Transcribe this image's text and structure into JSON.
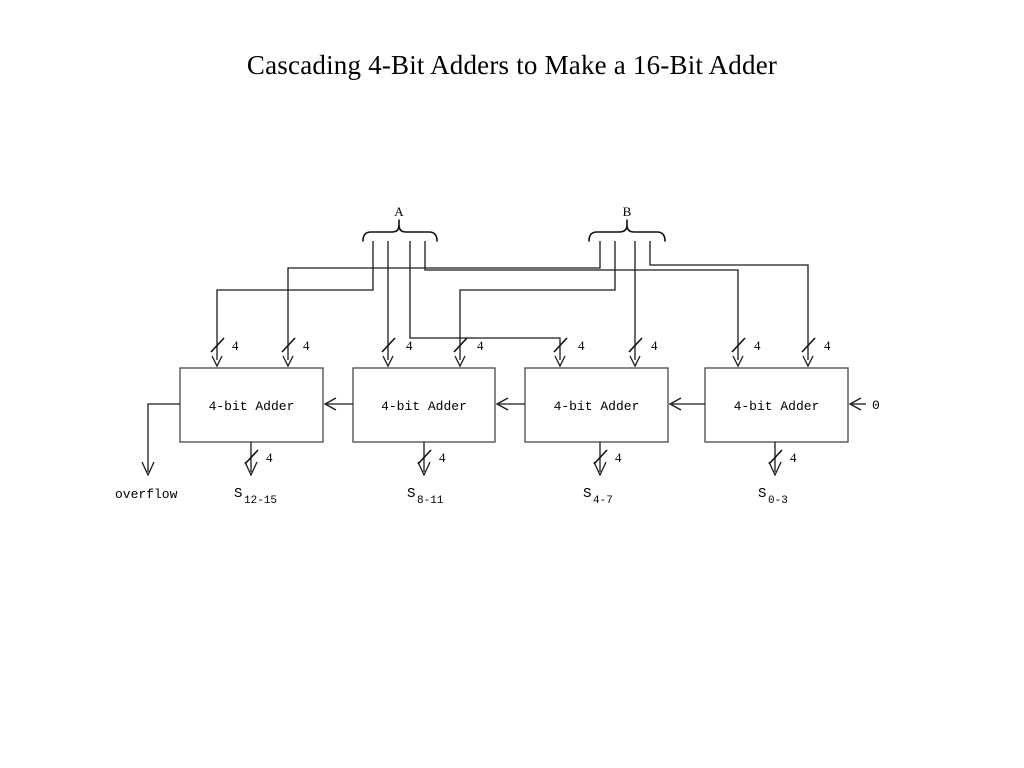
{
  "page": {
    "title": "Cascading 4-Bit Adders to Make a 16-Bit Adder",
    "background_color": "#ffffff",
    "line_color": "#1a1a1a",
    "box_fill": "#ffffff",
    "box_stroke": "#555555"
  },
  "inputs": {
    "bundle_a_label": "A",
    "bundle_b_label": "B"
  },
  "adders": [
    {
      "label": "4-bit Adder",
      "bus_a_label": "4",
      "bus_b_label": "4",
      "out_bus_label": "4",
      "sum_base": "S",
      "sum_sub": "12-15"
    },
    {
      "label": "4-bit Adder",
      "bus_a_label": "4",
      "bus_b_label": "4",
      "out_bus_label": "4",
      "sum_base": "S",
      "sum_sub": "8-11"
    },
    {
      "label": "4-bit Adder",
      "bus_a_label": "4",
      "bus_b_label": "4",
      "out_bus_label": "4",
      "sum_base": "S",
      "sum_sub": "4-7"
    },
    {
      "label": "4-bit Adder",
      "bus_a_label": "4",
      "bus_b_label": "4",
      "out_bus_label": "4",
      "sum_base": "S",
      "sum_sub": "0-3"
    }
  ],
  "carry": {
    "carry_in_label": "0",
    "overflow_label": "overflow"
  }
}
